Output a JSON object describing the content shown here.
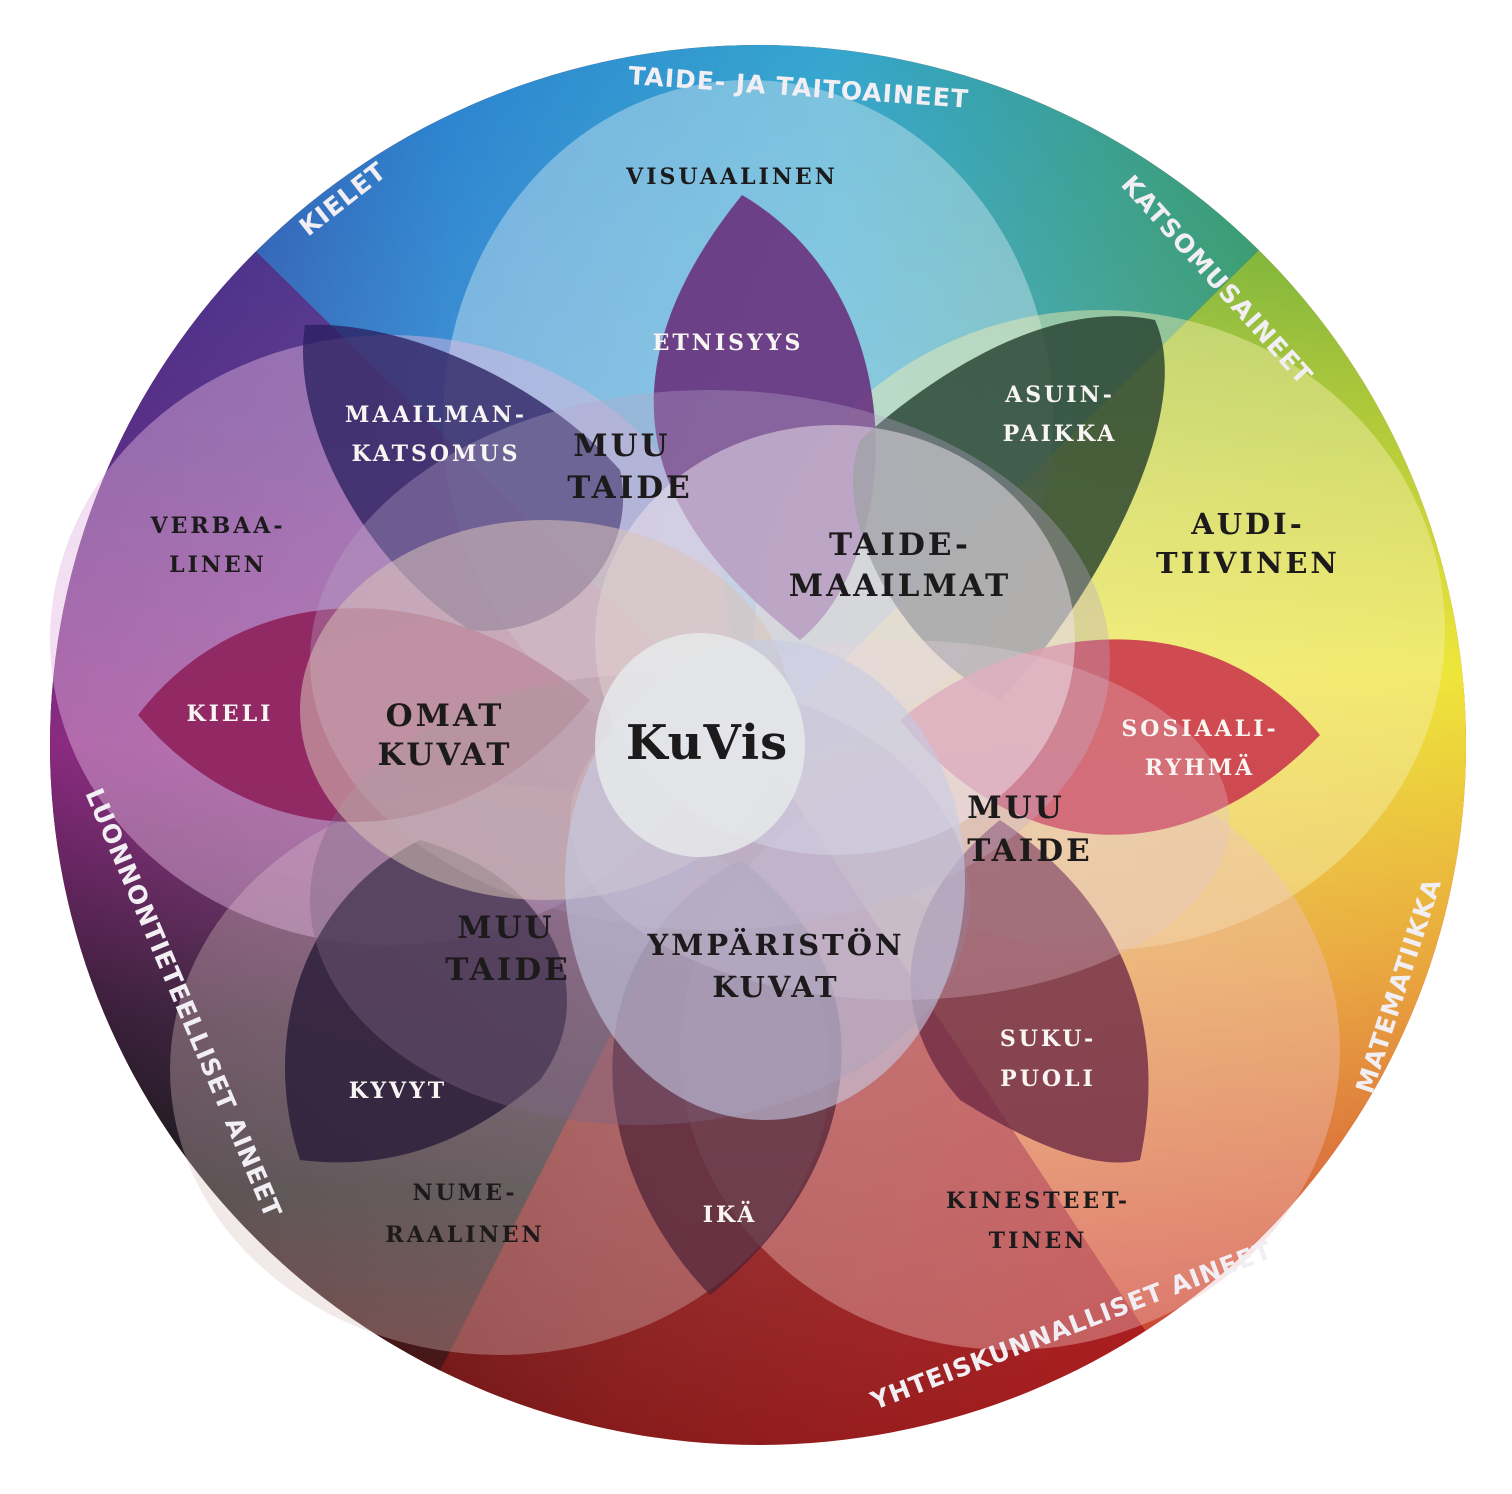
{
  "diagram": {
    "title": "KuVis",
    "center_label": "KuVis",
    "outer_ring": [
      {
        "id": "taide-ja-taitoaineet",
        "label": "TAIDE- JA TAITOAINEET"
      },
      {
        "id": "katsomusaineet",
        "label": "KATSOMUSAINEET"
      },
      {
        "id": "matematiikka",
        "label": "MATEMATIIKKA"
      },
      {
        "id": "yhteiskunnalliset-aineet",
        "label": "YHTEISKUNNALLISET AINEET"
      },
      {
        "id": "luonnontieteelliset-aineet",
        "label": "LUONNONTIETEELLISET AINEET"
      },
      {
        "id": "kielet",
        "label": "KIELET"
      }
    ],
    "large_ellipses": [
      {
        "id": "visuaalinen",
        "lines": [
          "VISUAALINEN"
        ]
      },
      {
        "id": "auditiivinen",
        "lines": [
          "AUDI-",
          "TIIVINEN"
        ]
      },
      {
        "id": "kinesteettinen",
        "lines": [
          "KINESTEET-",
          "TINEN"
        ]
      },
      {
        "id": "numeraalinen",
        "lines": [
          "NUME-",
          "RAALINEN"
        ]
      },
      {
        "id": "verbaalinen",
        "lines": [
          "VERBAA-",
          "LINEN"
        ]
      }
    ],
    "petals": [
      {
        "id": "etnisyys",
        "lines": [
          "ETNISYYS"
        ]
      },
      {
        "id": "asuinpaikka",
        "lines": [
          "ASUIN-",
          "PAIKKA"
        ]
      },
      {
        "id": "sosiaaliryhma",
        "lines": [
          "SOSIAALI-",
          "RYHMÄ"
        ]
      },
      {
        "id": "sukupuoli",
        "lines": [
          "SUKU-",
          "PUOLI"
        ]
      },
      {
        "id": "ika",
        "lines": [
          "IKÄ"
        ]
      },
      {
        "id": "kyvyt",
        "lines": [
          "KYVYT"
        ]
      },
      {
        "id": "kieli",
        "lines": [
          "KIELI"
        ]
      },
      {
        "id": "maailmankatsomus",
        "lines": [
          "MAAILMAN-",
          "KATSOMUS"
        ]
      }
    ],
    "inner_ellipses": [
      {
        "id": "taidemaailmat",
        "lines": [
          "TAIDE-",
          "MAAILMAT"
        ]
      },
      {
        "id": "omat-kuvat",
        "lines": [
          "OMAT",
          "KUVAT"
        ]
      },
      {
        "id": "ympariston-kuvat",
        "lines": [
          "YMPÄRISTÖN",
          "KUVAT"
        ]
      }
    ],
    "overlap_labels": [
      {
        "id": "muu-taide-top",
        "lines": [
          "MUU",
          "TAIDE"
        ]
      },
      {
        "id": "muu-taide-right",
        "lines": [
          "MUU",
          "TAIDE"
        ]
      },
      {
        "id": "muu-taide-left",
        "lines": [
          "MUU",
          "TAIDE"
        ]
      }
    ],
    "colors": {
      "ring_blue": "#2e8fd4",
      "ring_teal": "#3aa29a",
      "ring_green": "#3d9a45",
      "ring_yellow": "#efe43a",
      "ring_orange": "#e39a3d",
      "ring_red": "#a81c1f",
      "ring_darkred": "#6a1414",
      "ring_black": "#1b1b1d",
      "ring_magenta": "#8a2a80",
      "ring_purple": "#5a2e86",
      "ring_indigo": "#3a3f94",
      "petal_purple": "#6a357f",
      "petal_dark": "#2a1f3c",
      "petal_magenta": "#8d1f5a",
      "petal_red": "#c5384a",
      "petal_wine": "#6e2a45",
      "center_fill": "#e5e8ea",
      "text_dark": "#1d1a1c",
      "text_light": "#f8f5f2"
    }
  }
}
